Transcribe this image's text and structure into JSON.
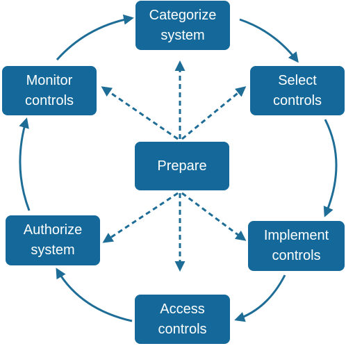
{
  "colors": {
    "box_fill": "#14699a",
    "box_text": "#ffffff",
    "arrow": "#1e6d97"
  },
  "steps": {
    "categorize": {
      "line1": "Categorize",
      "line2": "system"
    },
    "select": {
      "line1": "Select",
      "line2": "controls"
    },
    "implement": {
      "line1": "Implement",
      "line2": "controls"
    },
    "access": {
      "line1": "Access",
      "line2": "controls"
    },
    "authorize": {
      "line1": "Authorize",
      "line2": "system"
    },
    "monitor": {
      "line1": "Monitor",
      "line2": "controls"
    }
  },
  "center": {
    "label": "Prepare"
  }
}
